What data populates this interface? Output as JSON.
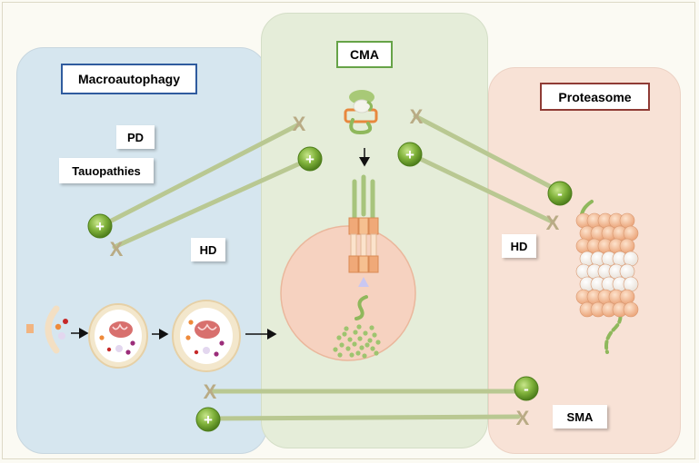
{
  "panels": {
    "macroautophagy": {
      "title": "Macroautophagy",
      "border_color": "#2f5b9e",
      "fill": "#d6e6ef"
    },
    "cma": {
      "title": "CMA",
      "border_color": "#66a347",
      "fill": "#e5edd9"
    },
    "proteasome": {
      "title": "Proteasome",
      "border_color": "#8f3b35",
      "fill": "#f8e2d6"
    }
  },
  "diseases": {
    "pd": "PD",
    "tauopathies": "Tauopathies",
    "hd_left": "HD",
    "hd_right": "HD",
    "sma": "SMA"
  },
  "markers": {
    "plus": "+",
    "minus": "-",
    "block": "X"
  },
  "colors": {
    "connector": "#b9c892",
    "marker_green": "#6a9f2e",
    "x_color": "#b9ab85",
    "lysosome": "#f6d2c0"
  }
}
